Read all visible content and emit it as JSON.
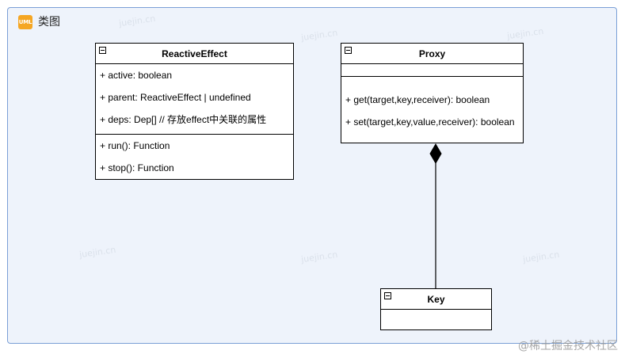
{
  "frame": {
    "badge": "UML",
    "title": "类图"
  },
  "classes": {
    "reactive_effect": {
      "name": "ReactiveEffect",
      "attributes": [
        "+ active: boolean",
        "+ parent: ReactiveEffect | undefined",
        "+ deps: Dep[] // 存放effect中关联的属性"
      ],
      "operations": [
        "+ run(): Function",
        "+ stop(): Function"
      ]
    },
    "proxy": {
      "name": "Proxy",
      "attributes": [],
      "operations": [
        "+ get(target,key,receiver): boolean",
        "+ set(target,key,value,receiver): boolean"
      ]
    },
    "key": {
      "name": "Key",
      "attributes": [],
      "operations": []
    }
  },
  "relations": [
    {
      "type": "composition",
      "whole": "Proxy",
      "part": "Key"
    }
  ],
  "watermark": "@稀土掘金技术社区",
  "colors": {
    "frame_fill": "#eef3fb",
    "frame_border": "#7a9fd6",
    "badge": "#f5a623"
  }
}
